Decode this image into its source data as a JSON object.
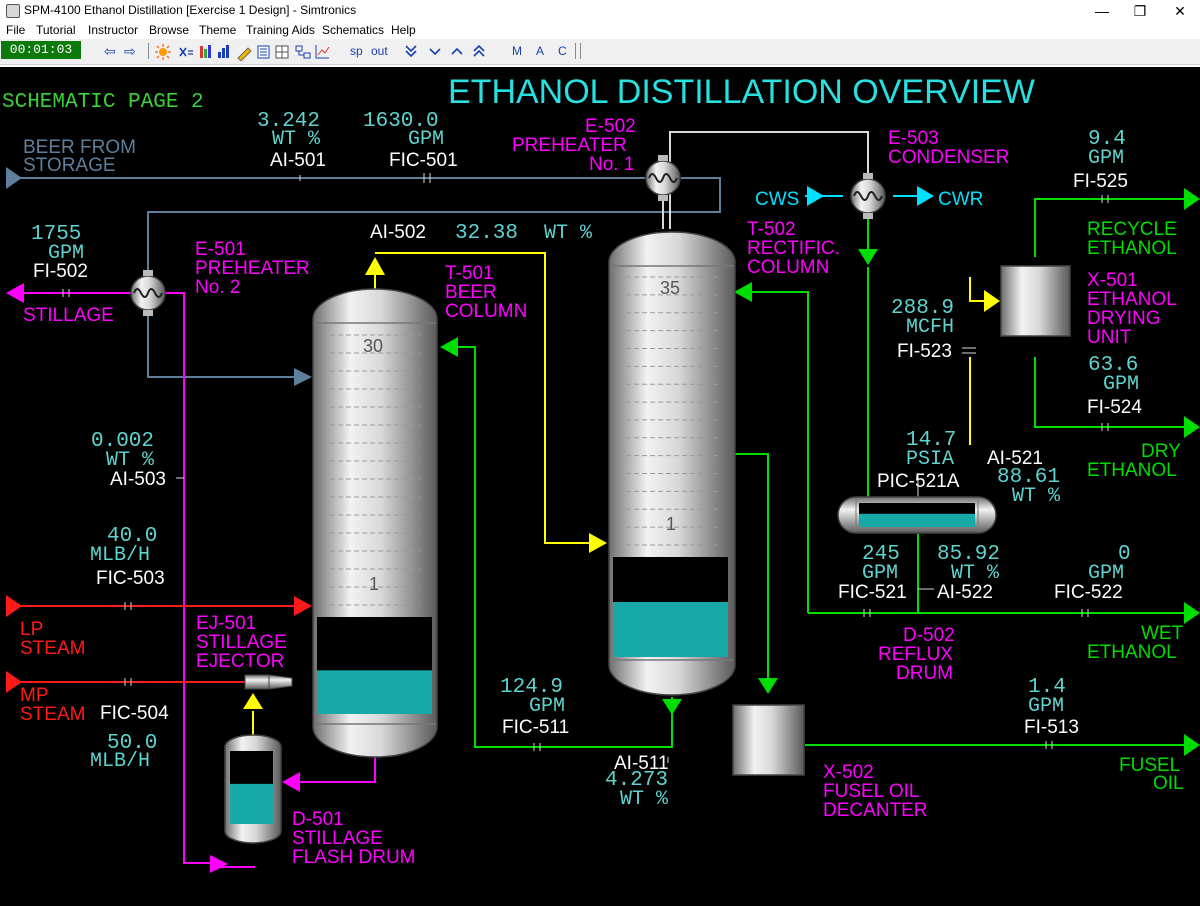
{
  "window": {
    "title": "SPM-4100 Ethanol Distillation [Exercise 1 Design] - Simtronics",
    "min_glyph": "—",
    "max_glyph": "❐",
    "close_glyph": "✕"
  },
  "menu": [
    "File",
    "Tutorial",
    "Instructor",
    "Browse",
    "Theme",
    "Training Aids",
    "Schematics",
    "Help"
  ],
  "toolbar": {
    "clock": "00:01:03",
    "back": "⇦",
    "forward": "⇨",
    "sp": "sp",
    "out": "out",
    "m": "M",
    "a": "A",
    "c": "C"
  },
  "schematic": {
    "page_label": "SCHEMATIC PAGE 2",
    "title": "ETHANOL DISTILLATION OVERVIEW",
    "streams": {
      "beer_l1": "BEER FROM",
      "beer_l2": "STORAGE",
      "stillage": "STILLAGE",
      "lp_l1": "LP",
      "lp_l2": "STEAM",
      "mp_l1": "MP",
      "mp_l2": "STEAM",
      "cws": "CWS",
      "cwr": "CWR",
      "recycle_l1": "RECYCLE",
      "recycle_l2": "ETHANOL",
      "dry_l1": "DRY",
      "dry_l2": "ETHANOL",
      "wet_l1": "WET",
      "wet_l2": "ETHANOL",
      "fusel_l1": "FUSEL",
      "fusel_l2": "OIL"
    },
    "equipment": {
      "e501_l1": "E-501",
      "e501_l2": "PREHEATER",
      "e501_l3": "No. 2",
      "e502_l1": "E-502",
      "e502_l2": "PREHEATER",
      "e502_l3": "No. 1",
      "e503_l1": "E-503",
      "e503_l2": "CONDENSER",
      "t501_l1": "T-501",
      "t501_l2": "BEER",
      "t501_l3": "COLUMN",
      "t502_l1": "T-502",
      "t502_l2": "RECTIFIC.",
      "t502_l3": "COLUMN",
      "x501_l1": "X-501",
      "x501_l2": "ETHANOL",
      "x501_l3": "DRYING",
      "x501_l4": "UNIT",
      "ej501_l1": "EJ-501",
      "ej501_l2": "STILLAGE",
      "ej501_l3": "EJECTOR",
      "d501_l1": "D-501",
      "d501_l2": "STILLAGE",
      "d501_l3": "FLASH DRUM",
      "d502_l1": "D-502",
      "d502_l2": "REFLUX",
      "d502_l3": "DRUM",
      "x502_l1": "X-502",
      "x502_l2": "FUSEL OIL",
      "x502_l3": "DECANTER"
    },
    "trays": {
      "t501_top": "30",
      "t501_bottom": "1",
      "t502_top": "35",
      "t502_bottom": "1"
    },
    "instruments": {
      "ai501": {
        "tag": "AI-501",
        "value": "3.242",
        "unit": "WT %"
      },
      "fic501": {
        "tag": "FIC-501",
        "value": "1630.0",
        "unit": "GPM"
      },
      "fi502": {
        "tag": "FI-502",
        "value": "1755",
        "unit": "GPM"
      },
      "ai502": {
        "tag": "AI-502",
        "value": "32.38",
        "unit": "WT %"
      },
      "ai503": {
        "tag": "AI-503",
        "value": "0.002",
        "unit": "WT %"
      },
      "fic503": {
        "tag": "FIC-503",
        "value": "40.0",
        "unit": "MLB/H"
      },
      "fic504": {
        "tag": "FIC-504",
        "value": "50.0",
        "unit": "MLB/H"
      },
      "fi525": {
        "tag": "FI-525",
        "value": "9.4",
        "unit": "GPM"
      },
      "fi523": {
        "tag": "FI-523",
        "value": "288.9",
        "unit": "MCFH"
      },
      "fi524": {
        "tag": "FI-524",
        "value": "63.6",
        "unit": "GPM"
      },
      "pic521a": {
        "tag": "PIC-521A",
        "value": "14.7",
        "unit": "PSIA"
      },
      "ai521": {
        "tag": "AI-521",
        "value": "88.61",
        "unit": "WT %"
      },
      "fic521": {
        "tag": "FIC-521",
        "value": "245",
        "unit": "GPM"
      },
      "ai522": {
        "tag": "AI-522",
        "value": "85.92",
        "unit": "WT %"
      },
      "fic522": {
        "tag": "FIC-522",
        "value": "0",
        "unit": "GPM"
      },
      "fic511": {
        "tag": "FIC-511",
        "value": "124.9",
        "unit": "GPM"
      },
      "ai511": {
        "tag": "AI-511",
        "value": "4.273",
        "unit": "WT %"
      },
      "fi513": {
        "tag": "FI-513",
        "value": "1.4",
        "unit": "GPM"
      }
    },
    "levels": {
      "t501": 0.45,
      "t502": 0.55,
      "d501": 0.55,
      "d502": 0.55
    },
    "colors": {
      "beer_line": "#5e7f9b",
      "magenta": "#ff00ff",
      "steam_red": "#ff1a1a",
      "yellow": "#ffff00",
      "green": "#00dd00",
      "cyan_line": "#00e0ff",
      "value_text": "#5fd3cf",
      "title": "#29e0e0",
      "page_label": "#39d339",
      "liquid": "#17a8a8"
    }
  }
}
